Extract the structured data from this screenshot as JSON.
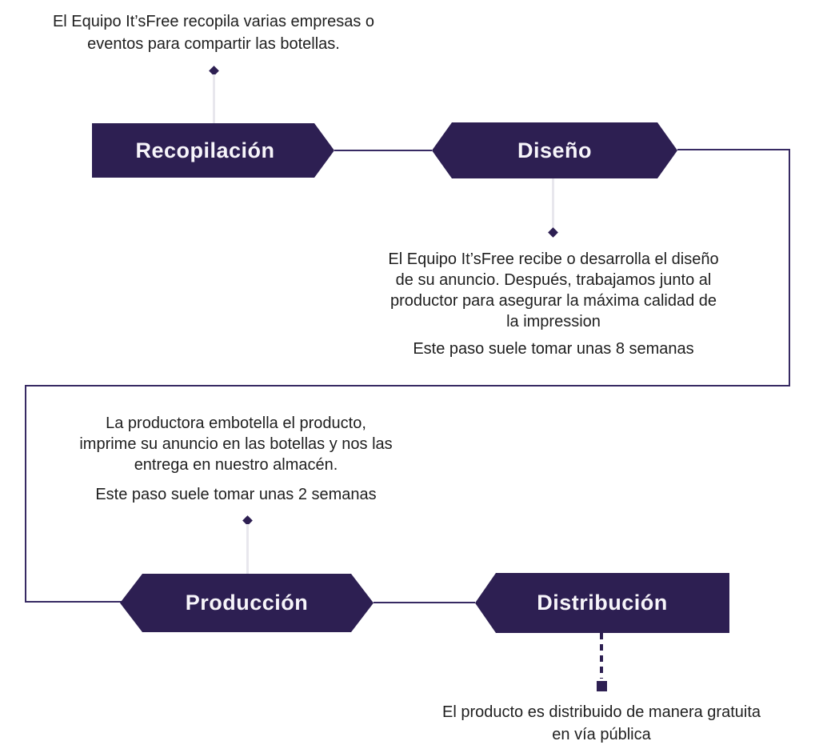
{
  "colors": {
    "shape_fill": "#2d1f52",
    "connector": "#372a63",
    "stem_line": "#e8e7ed",
    "body_text": "#1f1f1f",
    "label_text": "#f7f5fa",
    "background": "#ffffff"
  },
  "steps": [
    {
      "label": "Recopilación",
      "note_lines": [
        "El Equipo It’sFree recopila varias empresas o",
        "eventos para compartir las botellas."
      ]
    },
    {
      "label": "Diseño",
      "note_lines": [
        "El Equipo It’sFree recibe o desarrolla el diseño",
        "de su anuncio. Después, trabajamos junto al",
        "productor para asegurar la máxima calidad de",
        "la impression"
      ],
      "duration": "Este paso suele tomar unas 8 semanas"
    },
    {
      "label": "Producción",
      "note_lines": [
        "La productora embotella el producto,",
        "imprime su anuncio en las botellas y nos las",
        "entrega en nuestro almacén."
      ],
      "duration": "Este paso suele tomar unas 2 semanas"
    },
    {
      "label": "Distribución",
      "note_lines": [
        "El producto es distribuido de manera gratuita",
        "en vía pública"
      ]
    }
  ]
}
